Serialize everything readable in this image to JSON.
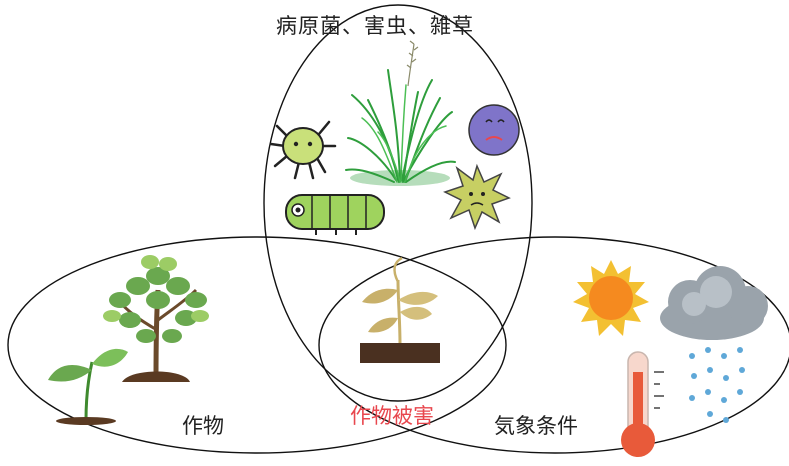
{
  "labels": {
    "top": "病原菌、害虫、雑草",
    "crop": "作物",
    "damage": "作物被害",
    "weather": "気象条件"
  },
  "colors": {
    "outline": "#111111",
    "damage_text": "#e8474e",
    "leaf_green": "#6aa84f",
    "grass_green": "#2e9e3c",
    "soil": "#5a3a22",
    "sun": "#f58a1f",
    "cloud": "#9aa3ab",
    "rain": "#5fa8d8",
    "thermometer": "#e85a3a",
    "mite": "#c9e07a",
    "caterpillar": "#9fd35e",
    "virus_purple": "#7f74c9",
    "bacterium": "#c7cf63",
    "wilted_plant": "#c8b06a"
  },
  "icons": [
    "grass-icon",
    "mite-icon",
    "caterpillar-icon",
    "virus-icon",
    "bacterium-icon",
    "seedling-icon",
    "tree-icon",
    "wilted-plant-icon",
    "sun-icon",
    "cloud-rain-icon",
    "thermometer-icon"
  ]
}
